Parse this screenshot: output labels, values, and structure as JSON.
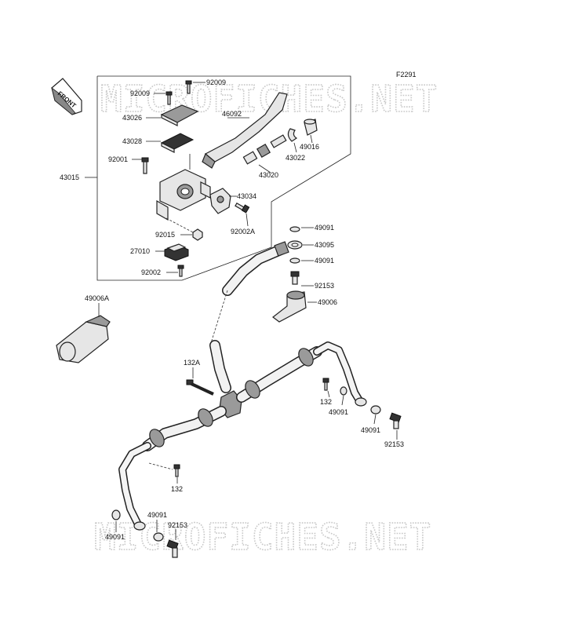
{
  "figure_code": "F2291",
  "front_label": "FRONT",
  "watermark": "MICROFICHES.NET",
  "labels": {
    "p92009_a": "92009",
    "p92009_b": "92009",
    "p43026": "43026",
    "p46092": "46092",
    "p43028": "43028",
    "p92001": "92001",
    "p43015": "43015",
    "p49016": "49016",
    "p43022": "43022",
    "p43020": "43020",
    "p43034": "43034",
    "p92015": "92015",
    "p92002A": "92002A",
    "p27010": "27010",
    "p92002": "92002",
    "p49091_a": "49091",
    "p43095": "43095",
    "p49091_b": "49091",
    "p92153_a": "92153",
    "p49006": "49006",
    "p49006A": "49006A",
    "p132A": "132A",
    "p132_a": "132",
    "p49091_c": "49091",
    "p49091_d": "49091",
    "p92153_b": "92153",
    "p132_b": "132",
    "p49091_e": "49091",
    "p49091_f": "49091",
    "p92153_c": "92153"
  }
}
